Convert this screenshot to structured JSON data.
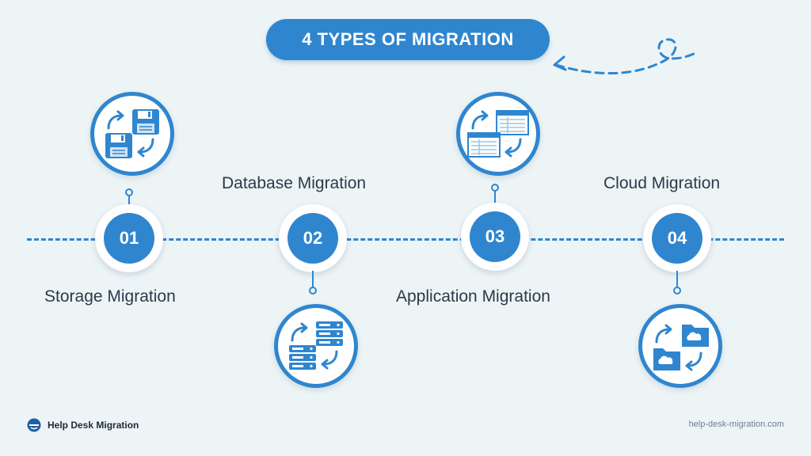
{
  "title": "4 TYPES OF MIGRATION",
  "steps": [
    {
      "number": "01",
      "label": "Storage Migration",
      "icon": "floppy-disk-icon"
    },
    {
      "number": "02",
      "label": "Database Migration",
      "icon": "server-stack-icon"
    },
    {
      "number": "03",
      "label": "Application Migration",
      "icon": "app-window-icon"
    },
    {
      "number": "04",
      "label": "Cloud Migration",
      "icon": "cloud-folder-icon"
    }
  ],
  "footer": {
    "brand": "Help Desk Migration",
    "url": "help-desk-migration.com"
  },
  "colors": {
    "accent": "#2f86cf",
    "background": "#edf4f6",
    "text": "#2b3a4a"
  }
}
